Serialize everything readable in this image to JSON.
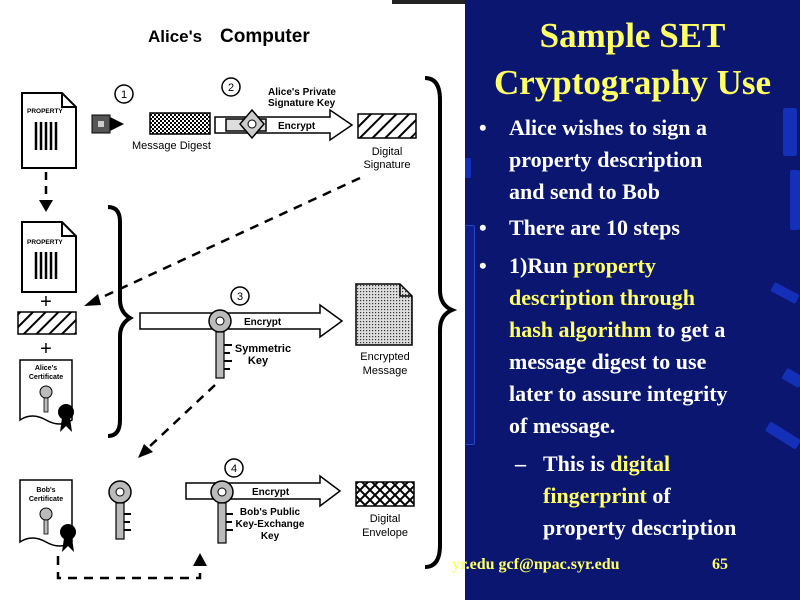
{
  "slide": {
    "title_line1": "Sample SET",
    "title_line2": "Cryptography Use",
    "bullets": [
      {
        "line1": "Alice wishes to sign a",
        "line2": "property description",
        "line3": "and send to Bob"
      },
      {
        "line1": "There are 10 steps"
      },
      {
        "line1_prefix": "1)Run ",
        "line1_hl": "property",
        "line2_hl": "description through",
        "line3_hl": "hash algorithm",
        "line3_rest": " to get a",
        "line4": "message digest to use",
        "line5": "later to assure integrity",
        "line6": "of message."
      }
    ],
    "sub_bullet": {
      "line1_prefix": "This is ",
      "line1_hl": "digital",
      "line2_hl": "fingerprint",
      "line2_rest": " of",
      "line3": "property description"
    },
    "footer_email": "yr.edu gcf@npac.syr.edu",
    "page_number": "65",
    "bullet_symbol": "•",
    "dash_symbol": "–"
  },
  "diagram": {
    "heading_alice": "Alice's",
    "heading_computer": "Computer",
    "step_numbers": [
      "1",
      "2",
      "3",
      "4"
    ],
    "property_label": "PROPERTY",
    "message_digest": "Message Digest",
    "private_key_line1": "Alice's Private",
    "private_key_line2": "Signature Key",
    "encrypt": "Encrypt",
    "digital_signature_line1": "Digital",
    "digital_signature_line2": "Signature",
    "symmetric_key_line1": "Symmetric",
    "symmetric_key_line2": "Key",
    "encrypted_message_line1": "Encrypted",
    "encrypted_message_line2": "Message",
    "alice_cert_line1": "Alice's",
    "alice_cert_line2": "Certificate",
    "bob_cert_line1": "Bob's",
    "bob_cert_line2": "Certificate",
    "bob_key_line1": "Bob's Public",
    "bob_key_line2": "Key-Exchange",
    "bob_key_line3": "Key",
    "digital_envelope_line1": "Digital",
    "digital_envelope_line2": "Envelope",
    "plus": "+"
  },
  "colors": {
    "panel_bg": "#0b1670",
    "highlight": "#ffff66",
    "text": "#ffffff",
    "deco": "#1430b8"
  }
}
